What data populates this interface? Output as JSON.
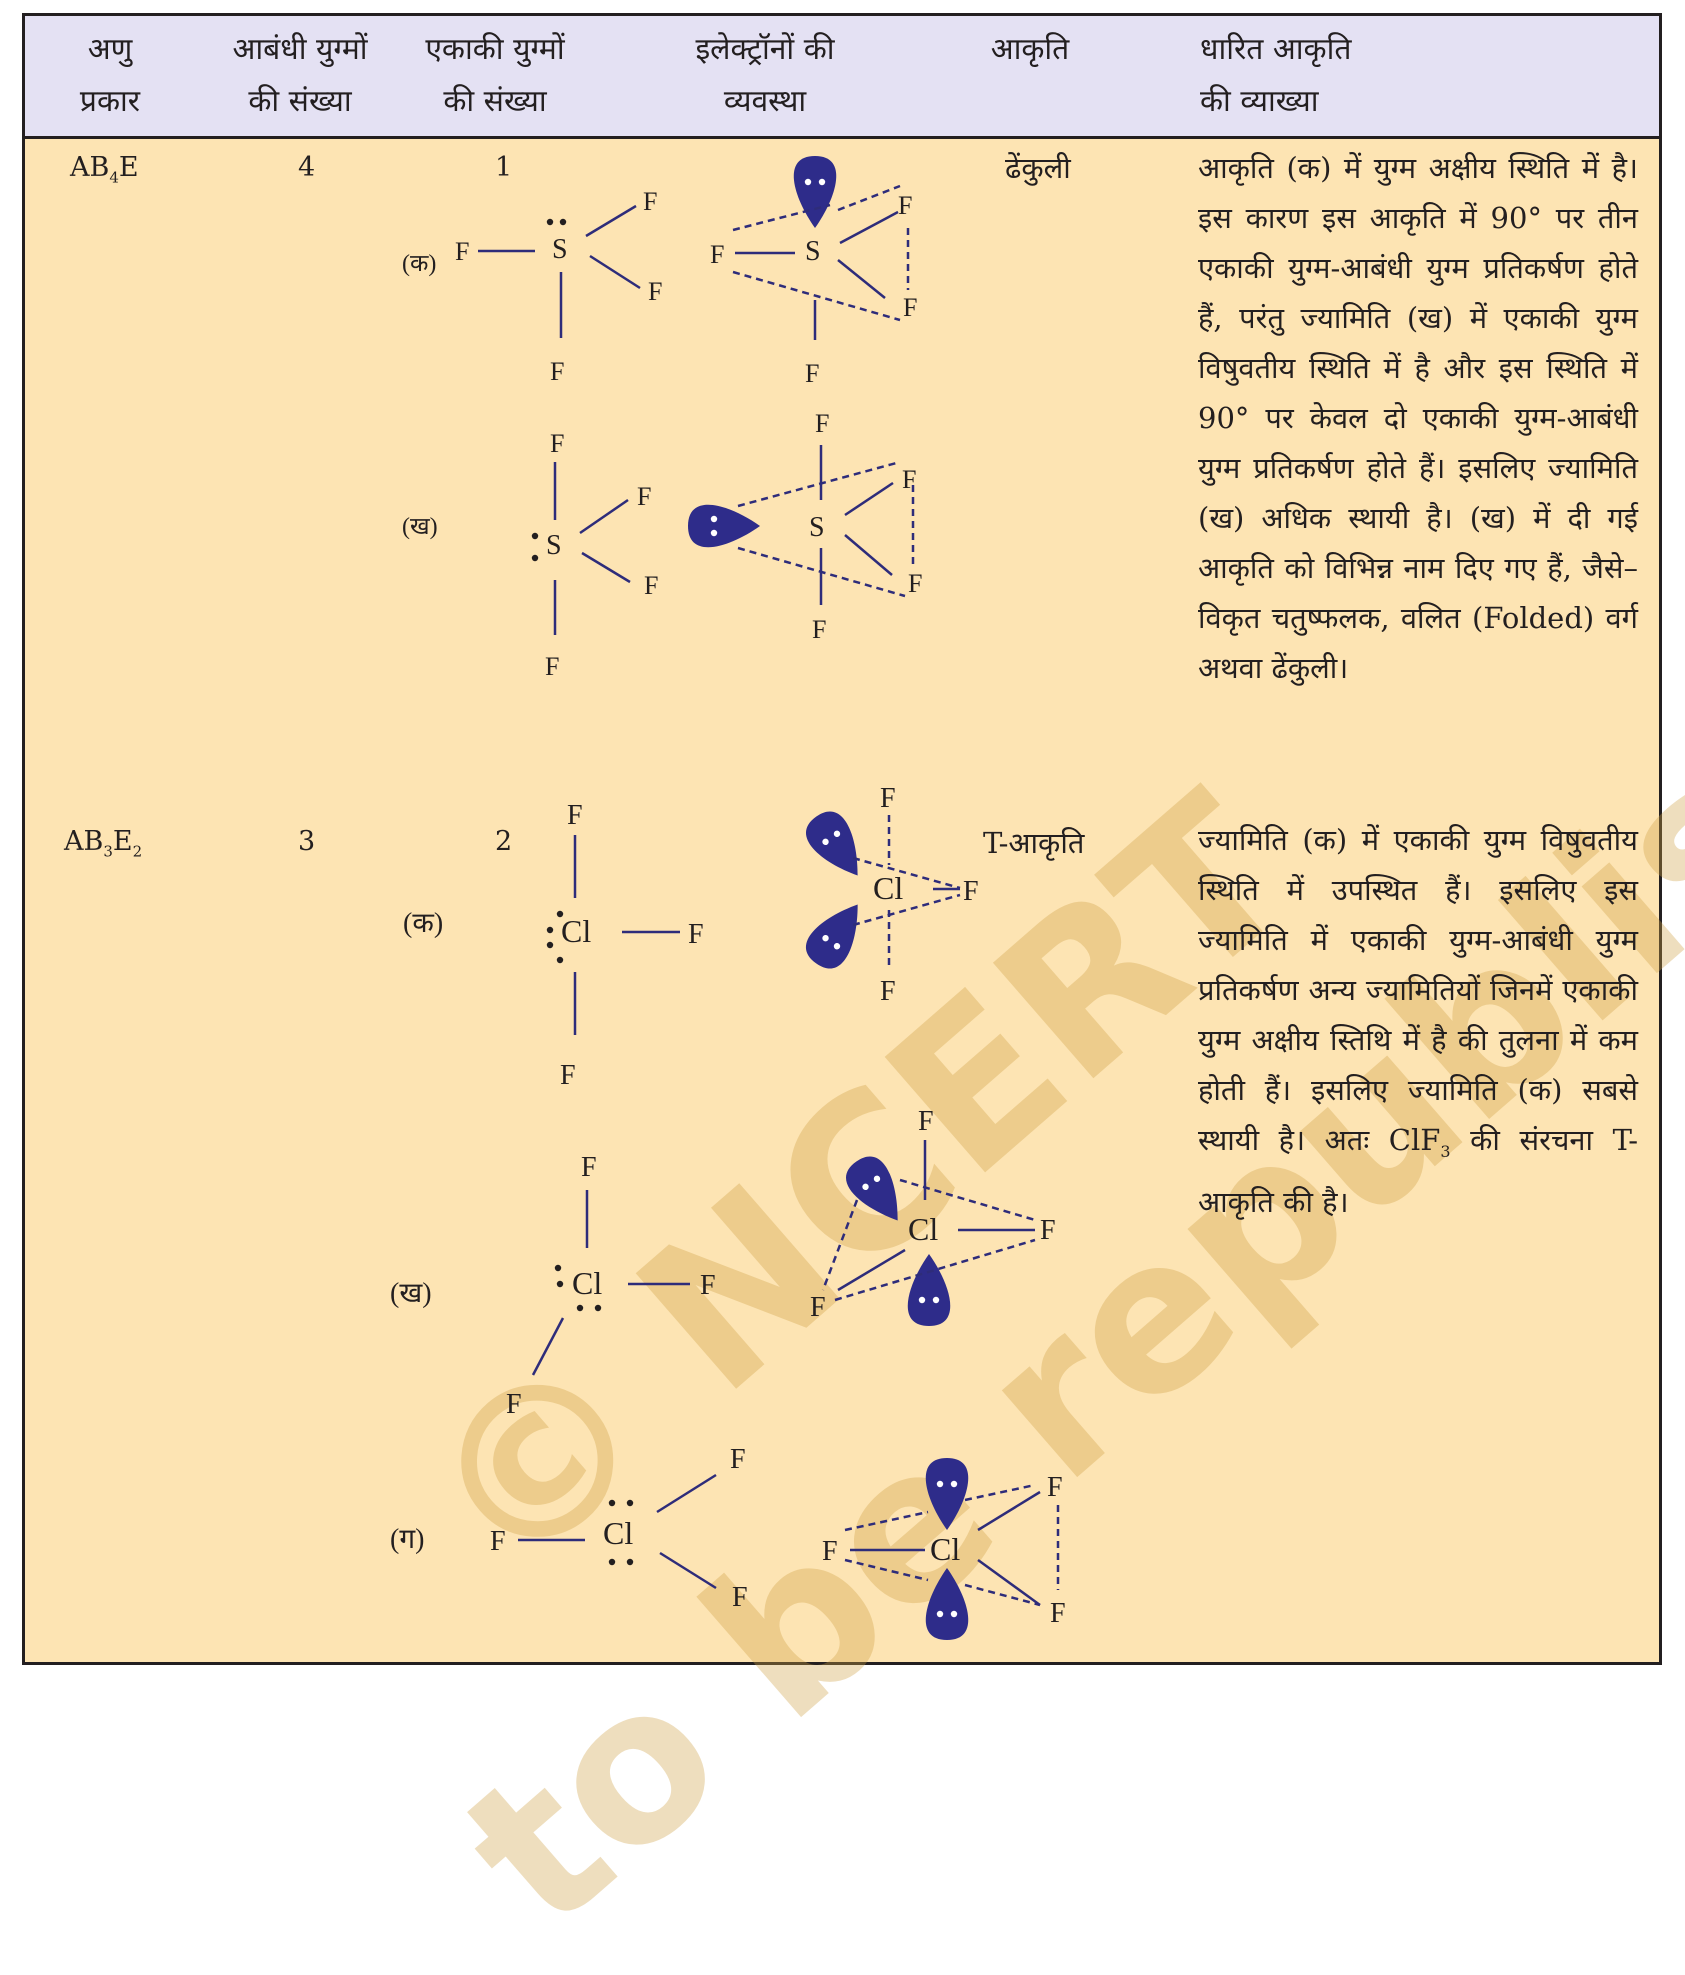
{
  "headers": {
    "col1": {
      "line1": "अणु",
      "line2": "प्रकार"
    },
    "col2": {
      "line1": "आबंधी युग्मों",
      "line2": "की संख्या"
    },
    "col3": {
      "line1": "एकाकी युग्मों",
      "line2": "की संख्या"
    },
    "col4": {
      "line1": "इलेक्ट्रॉनों की",
      "line2": "व्यवस्था"
    },
    "col5": {
      "line1": "आकृति"
    },
    "col6": {
      "line1": "धारित आकृति",
      "line2": "की व्याख्या"
    }
  },
  "rows": [
    {
      "type_main": "AB",
      "type_sub1": "4",
      "type_end": "E",
      "bond_pairs": "4",
      "lone_pairs": "1",
      "shape": "ढेंकुली",
      "labels": {
        "a": "(क)",
        "b": "(ख)"
      },
      "atom": "S",
      "ligand": "F",
      "explanation": "आकृति (क) में युग्म अक्षीय स्थिति में है। इस कारण इस आकृति में 90° पर तीन एकाकी युग्म-आबंधी युग्म प्रतिकर्षण होते हैं, परंतु ज्यामिति (ख) में एकाकी युग्म विषुवतीय स्थिति में है और इस स्थिति में 90° पर केवल दो एकाकी युग्म-आबंधी युग्म प्रतिकर्षण होते हैं। इसलिए ज्यामिति (ख) अधिक स्थायी है। (ख) में दी गई आकृति को विभिन्न नाम दिए गए हैं, जैसे– विकृत चतुष्फलक, वलित (Folded) वर्ग अथवा ढेंकुली।"
    },
    {
      "type_main": "AB",
      "type_sub1": "3",
      "type_mid": "E",
      "type_sub2": "2",
      "bond_pairs": "3",
      "lone_pairs": "2",
      "shape": "T-आकृति",
      "labels": {
        "a": "(क)",
        "b": "(ख)",
        "c": "(ग)"
      },
      "atom": "Cl",
      "ligand": "F",
      "explanation_pre": "ज्यामिति (क) में एकाकी युग्म विषुवतीय स्थिति में उपस्थित हैं। इसलिए इस ज्यामिति में एकाकी युग्म-आबंधी युग्म प्रतिकर्षण अन्य ज्यामितियों जिनमें एकाकी युग्म अक्षीय स्तिथि में है की तुलना में कम होती हैं। इसलिए ज्यामिति (क) सबसे स्थायी है। अतः ClF",
      "explanation_sub": "3",
      "explanation_post": " की संरचना T-आकृति की है।"
    }
  ],
  "watermark": {
    "line1": "© NCERT",
    "line2": "to be republished"
  },
  "colors": {
    "header_bg": "#e4e1f3",
    "body_bg": "#fde4b3",
    "lobe": "#2e2c8a",
    "bond": "#2e2c7a"
  }
}
